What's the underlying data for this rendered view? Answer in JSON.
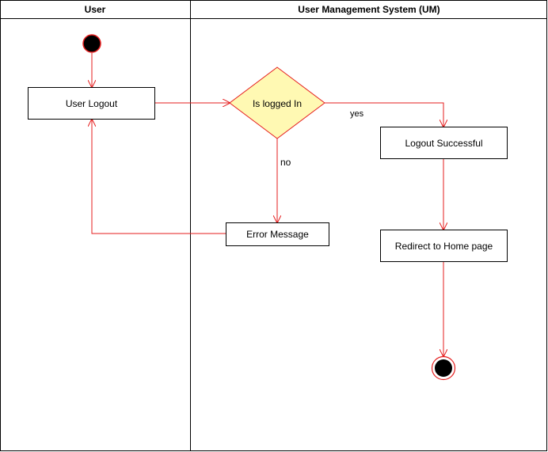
{
  "swimlanes": {
    "left_title": "User",
    "right_title": "User Management System (UM)"
  },
  "nodes": {
    "user_logout": "User Logout",
    "is_logged_in": "Is logged In",
    "logout_successful": "Logout Successful",
    "error_message": "Error Message",
    "redirect_home": "Redirect to Home page"
  },
  "edges": {
    "yes_label": "yes",
    "no_label": "no"
  },
  "colors": {
    "flow": "#e51e1e",
    "decision_fill": "#fff9b3",
    "node_fill": "#ffffff",
    "terminal_fill": "#000000"
  }
}
